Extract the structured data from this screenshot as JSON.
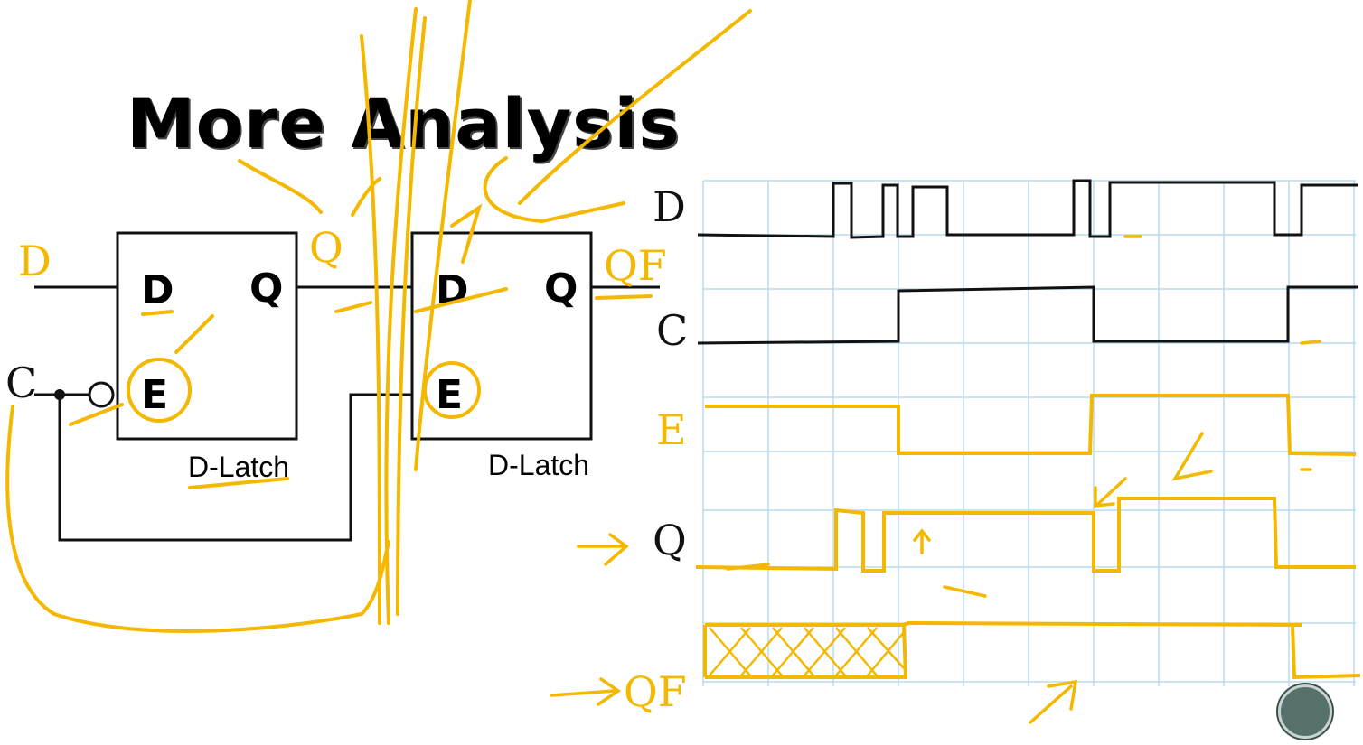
{
  "slide": {
    "title": "More Analysis"
  },
  "circuit": {
    "latch1": {
      "d_pin": "D",
      "q_pin": "Q",
      "e_pin": "E",
      "caption": "D-Latch"
    },
    "latch2": {
      "d_pin": "D",
      "q_pin": "Q",
      "e_pin": "E",
      "caption": "D-Latch"
    },
    "annotations": {
      "input_d": "D",
      "input_c": "C",
      "mid_q": "Q",
      "output_qf": "QF"
    }
  },
  "timing": {
    "signals": [
      {
        "name": "D",
        "color": "#000000"
      },
      {
        "name": "C",
        "color": "#000000"
      },
      {
        "name": "E",
        "color": "#f5b800"
      },
      {
        "name": "Q",
        "color": "#f5b800"
      },
      {
        "name": "QF",
        "color": "#f5b800"
      }
    ]
  },
  "colors": {
    "ink_yellow": "#f5b800",
    "grid_blue": "#b8dcf0",
    "wire_black": "#111111"
  },
  "nav": {
    "icon": "slide-nav-button"
  }
}
